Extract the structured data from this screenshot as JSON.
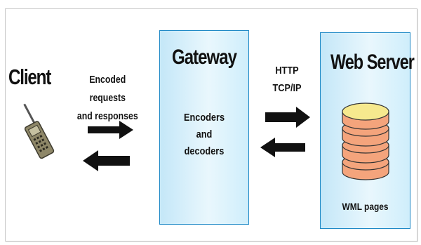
{
  "client": {
    "title": "Client",
    "icon": "mobile-phone-icon"
  },
  "link_left": {
    "line1": "Encoded requests",
    "line2": "and responses"
  },
  "gateway": {
    "title": "Gateway",
    "line1": "Encoders",
    "line2": "and",
    "line3": "decoders"
  },
  "link_right": {
    "line1": "HTTP",
    "line2": "TCP/IP"
  },
  "web_server": {
    "title": "Web Server",
    "caption": "WML pages",
    "icon": "database-stack-icon"
  },
  "colors": {
    "box_border": "#1e89c6",
    "box_fill": "#dff3fc",
    "disk_top": "#f6e98e",
    "disk_fill": "#f4a47c",
    "arrow": "#111111"
  }
}
